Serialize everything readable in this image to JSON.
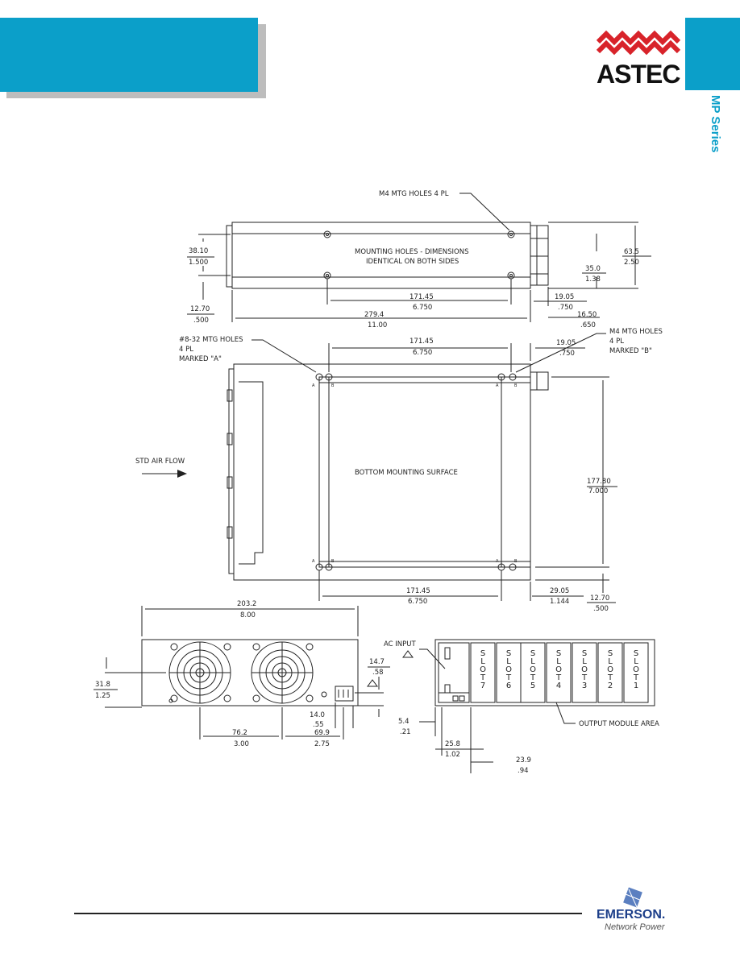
{
  "brand": {
    "logo_text": "ASTEC",
    "series_label": "MP Series",
    "footer_brand": "EMERSON.",
    "footer_subbrand": "Network Power",
    "accent_color": "#0b9fc9",
    "logo_color": "#d8232a"
  },
  "top_view": {
    "callout_m4": "M4 MTG HOLES 4 PL",
    "note_line1": "MOUNTING HOLES - DIMENSIONS",
    "note_line2": "IDENTICAL ON BOTH SIDES",
    "dim_38_mm": "38.10",
    "dim_38_in": "1.500",
    "dim_12_mm": "12.70",
    "dim_12_in": ".500",
    "dim_171_mm": "171.45",
    "dim_171_in": "6.750",
    "dim_279_mm": "279.4",
    "dim_279_in": "11.00",
    "dim_19_mm": "19.05",
    "dim_19_in": ".750",
    "dim_16_mm": "16.50",
    "dim_16_in": ".650",
    "dim_63_mm": "63.5",
    "dim_63_in": "2.50",
    "dim_35_mm": "35.0",
    "dim_35_in": "1.38"
  },
  "bottom_view": {
    "callout_a_line1": "#8-32 MTG HOLES",
    "callout_a_line2": "4 PL",
    "callout_a_line3": "MARKED \"A\"",
    "callout_b_line1": "M4 MTG HOLES",
    "callout_b_line2": "4 PL",
    "callout_b_line3": "MARKED \"B\"",
    "dim_top171_mm": "171.45",
    "dim_top171_in": "6.750",
    "dim_top19_mm": "19.05",
    "dim_top19_in": ".750",
    "airflow": "STD AIR FLOW",
    "surface_label": "BOTTOM MOUNTING SURFACE",
    "dim_177_mm": "177.80",
    "dim_177_in": "7.000",
    "dim_bot171_mm": "171.45",
    "dim_bot171_in": "6.750",
    "dim_29_mm": "29.05",
    "dim_29_in": "1.144",
    "dim_12b_mm": "12.70",
    "dim_12b_in": ".500",
    "hole_a": "A",
    "hole_b": "B"
  },
  "front_view": {
    "dim_203_mm": "203.2",
    "dim_203_in": "8.00",
    "dim_31_mm": "31.8",
    "dim_31_in": "1.25",
    "dim_14_7_mm": "14.7",
    "dim_14_7_in": ".58",
    "dim_14_0_mm": "14.0",
    "dim_14_0_in": ".55",
    "dim_76_mm": "76.2",
    "dim_76_in": "3.00",
    "dim_69_mm": "69.9",
    "dim_69_in": "2.75"
  },
  "rear_view": {
    "ac_input": "AC INPUT",
    "output_area": "OUTPUT MODULE AREA",
    "slot_word": "SLOT",
    "slots": [
      "7",
      "6",
      "5",
      "4",
      "3",
      "2",
      "1"
    ],
    "dim_5_mm": "5.4",
    "dim_5_in": ".21",
    "dim_25_mm": "25.8",
    "dim_25_in": "1.02",
    "dim_23_mm": "23.9",
    "dim_23_in": ".94"
  }
}
